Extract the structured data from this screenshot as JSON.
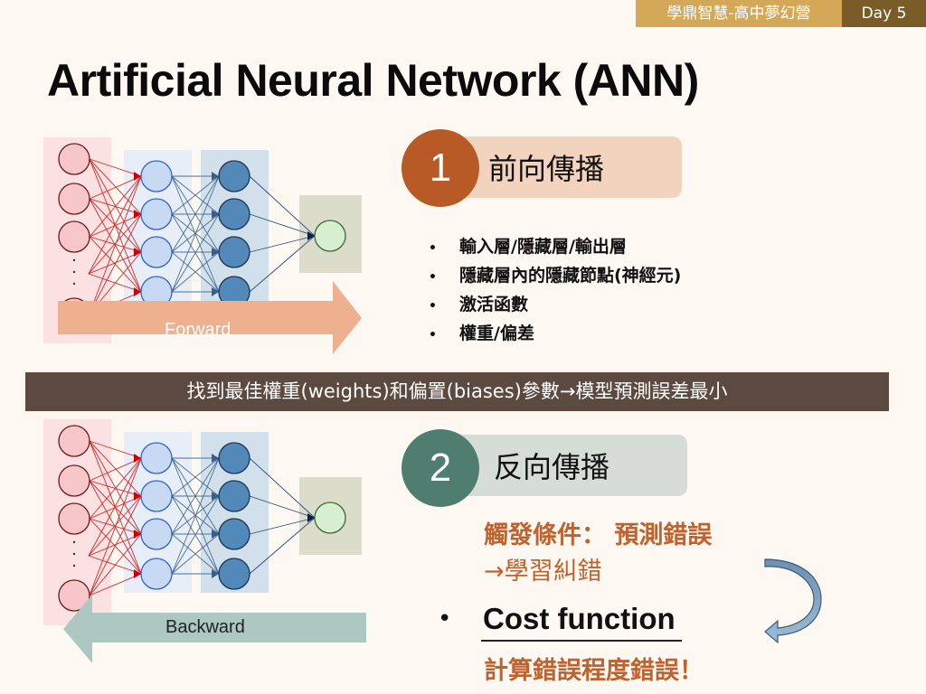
{
  "header": {
    "course": "學鼎智慧-高中夢幻營",
    "day": "Day 5"
  },
  "title": "Artificial Neural Network (ANN)",
  "diagrams": {
    "forward_label": "Forward",
    "backward_label": "Backward",
    "ellipsis": "·\n·\n·"
  },
  "step1": {
    "number": "1",
    "label": "前向傳播",
    "bullet_glyph": "•",
    "bullets": [
      "輸入層/隱藏層/輸出層",
      "隱藏層內的隱藏節點(神經元)",
      "激活函數",
      "權重/偏差"
    ]
  },
  "banner": "找到最佳權重(weights)和偏置(biases)參數→模型預測誤差最小",
  "step2": {
    "number": "2",
    "label": "反向傳播",
    "trigger_line1": "觸發條件： 預測錯誤",
    "trigger_line2": "→學習糾錯",
    "cost_bullet": "•",
    "cost_function": "Cost function",
    "cost_desc": "計算錯誤程度錯誤！"
  },
  "colors": {
    "step1_accent": "#b85a26",
    "step1_pill": "#f2d3bd",
    "step2_accent": "#4f7d70",
    "step2_pill": "#d6ddd6",
    "orange_text": "#c0622e",
    "banner_bg": "#5c4a40"
  }
}
